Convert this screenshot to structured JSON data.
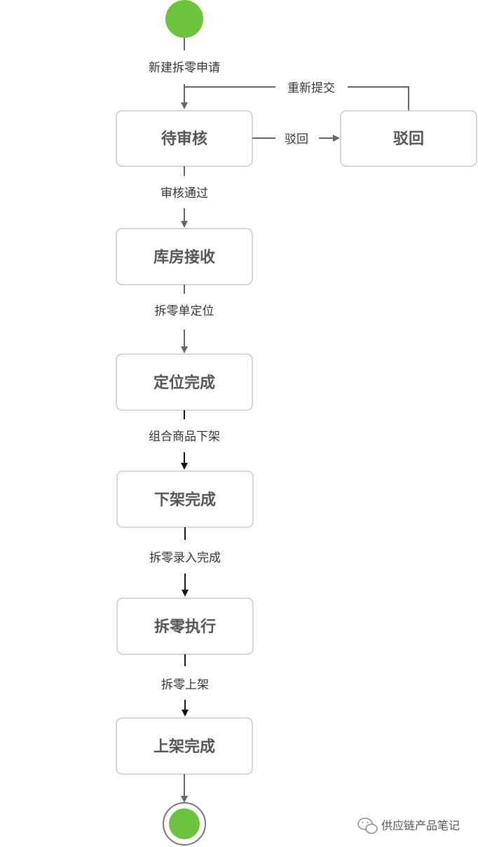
{
  "diagram": {
    "states": {
      "pending_review": "待审核",
      "rejected": "驳回",
      "warehouse_receive": "库房接收",
      "location_done": "定位完成",
      "takedown_done": "下架完成",
      "split_execute": "拆零执行",
      "shelving_done": "上架完成"
    },
    "transitions": {
      "create": "新建拆零申请",
      "resubmit": "重新提交",
      "reject": "驳回",
      "approve": "审核通过",
      "locate_order": "拆零单定位",
      "takedown": "组合商品下架",
      "entry_done": "拆零录入完成",
      "shelve": "拆零上架"
    },
    "colors": {
      "start_end": "#6cc33c",
      "box_border": "#c8c8c8",
      "gray_arrow": "#666666",
      "black_arrow": "#111111"
    }
  },
  "watermark": {
    "icon": "wechat-icon",
    "text": "供应链产品笔记"
  }
}
